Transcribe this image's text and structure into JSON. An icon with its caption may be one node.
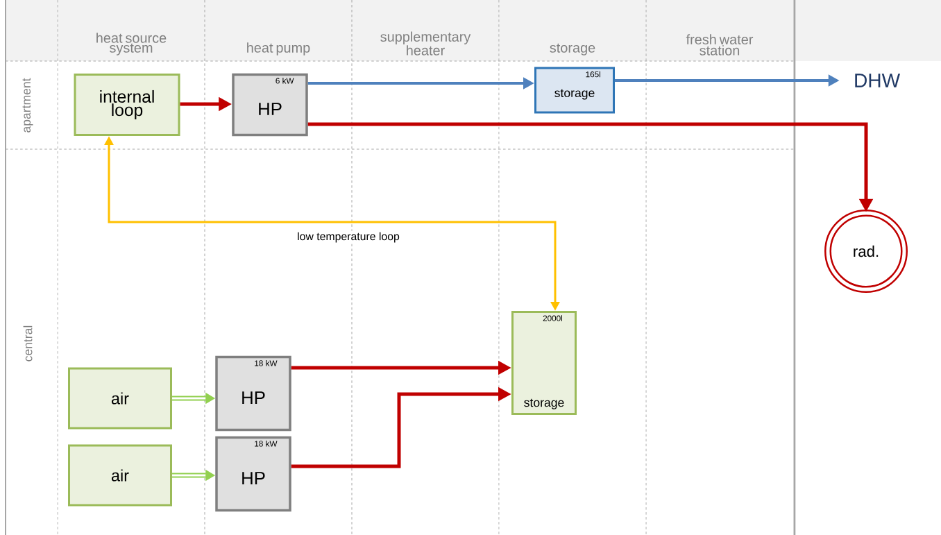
{
  "diagram": {
    "nodes": [
      {
        "text": [
          "internal loop"
        ]
      },
      {
        "text": [
          "6 kW",
          "HP"
        ]
      },
      {
        "text": [
          "165l",
          "storage"
        ]
      },
      {
        "text": [
          "DHW"
        ]
      },
      {
        "text": [
          "rad."
        ]
      },
      {
        "text": [
          "2000l",
          "storage"
        ]
      },
      {
        "text": [
          "air"
        ]
      },
      {
        "text": [
          "18 kW",
          "HP"
        ]
      },
      {
        "text": [
          "air"
        ]
      },
      {
        "text": [
          "18 kW",
          "HP"
        ]
      }
    ],
    "edges": [
      {
        "from": 0,
        "to": 1,
        "arrow": "to"
      },
      {
        "from": 1,
        "to": 2,
        "arrow": "to",
        "color": "#4f81bd"
      },
      {
        "from": 2,
        "to": 3,
        "arrow": "to",
        "color": "#4f81bd"
      },
      {
        "from": 1,
        "to": 4,
        "arrow": "to"
      },
      {
        "from": 5,
        "to": 0,
        "arrow": "both",
        "label": "low temperature loop",
        "color": "#ffc000"
      },
      {
        "from": 6,
        "to": 7,
        "arrow": "to",
        "color": "#92d050"
      },
      {
        "from": 8,
        "to": 9,
        "arrow": "to",
        "color": "#92d050"
      },
      {
        "from": 7,
        "to": 5,
        "arrow": "to"
      },
      {
        "from": 9,
        "to": 5,
        "arrow": "to"
      }
    ],
    "labels": [
      "heat source system",
      "heat pump",
      "supplementary heater",
      "storage",
      "fresh water station",
      "apartment",
      "central"
    ]
  }
}
